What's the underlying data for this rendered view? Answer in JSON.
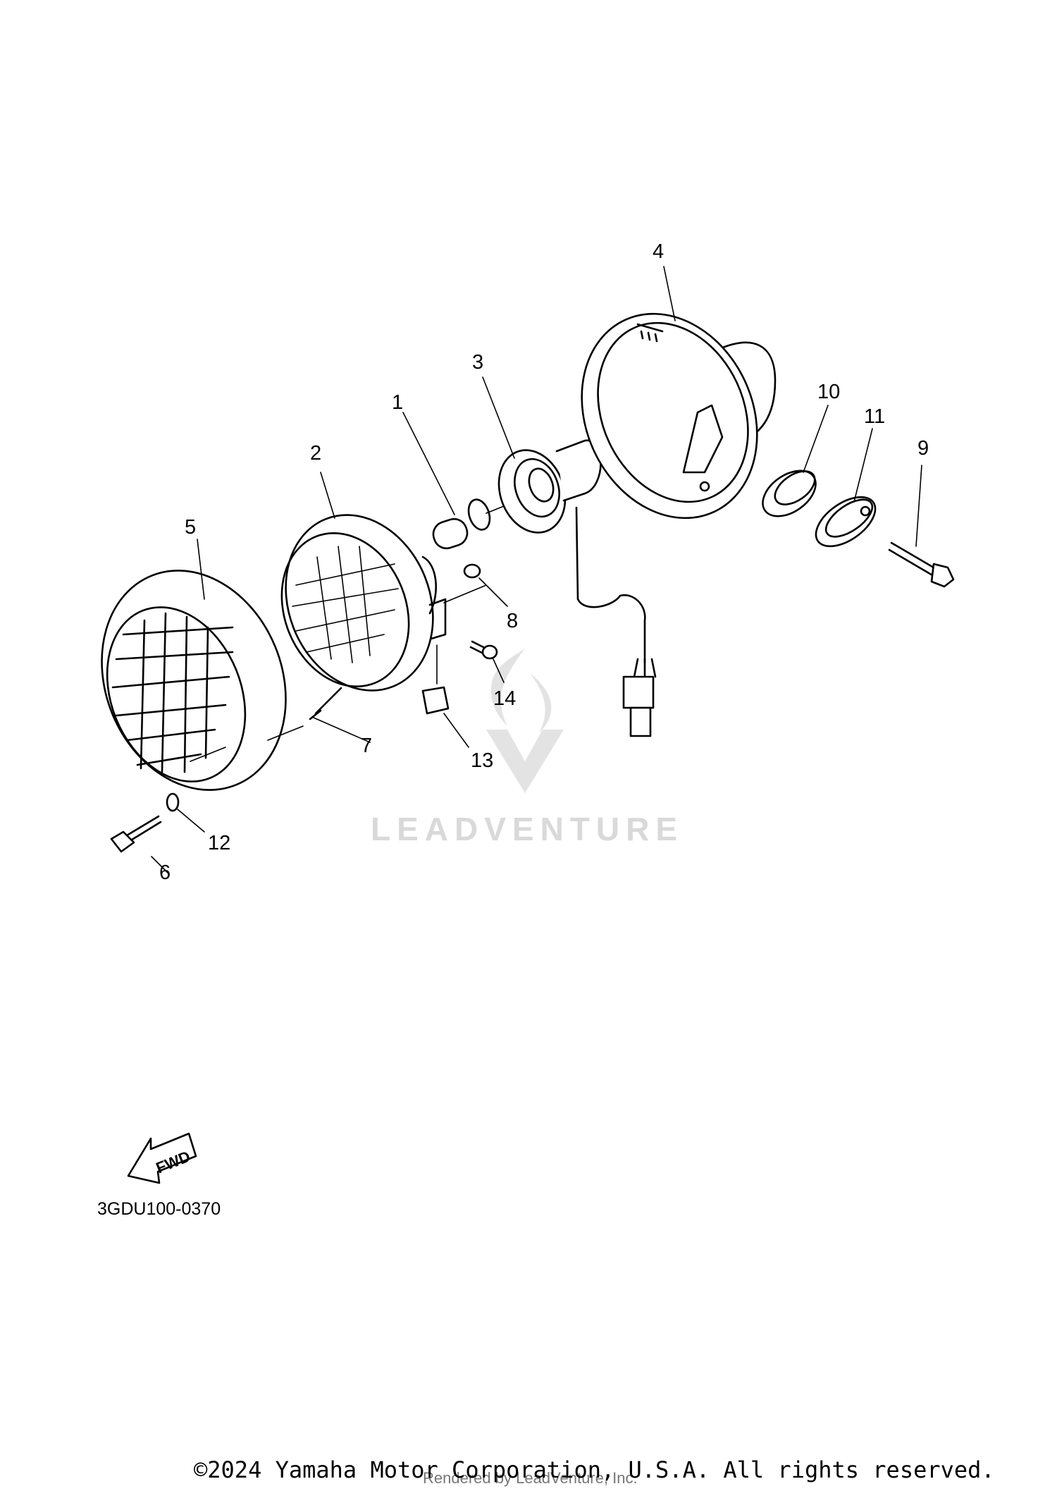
{
  "diagram": {
    "callouts": [
      "1",
      "2",
      "3",
      "4",
      "5",
      "6",
      "7",
      "8",
      "9",
      "10",
      "11",
      "12",
      "13",
      "14"
    ],
    "fwd_label": "FWD",
    "code": "3GDU100-0370"
  },
  "watermark": {
    "brand": "LEADVENTURE"
  },
  "footer": {
    "copyright": "©2024 Yamaha Motor Corporation, U.S.A. All rights reserved.",
    "rendered_by": "Rendered by LeadVenture, Inc."
  }
}
